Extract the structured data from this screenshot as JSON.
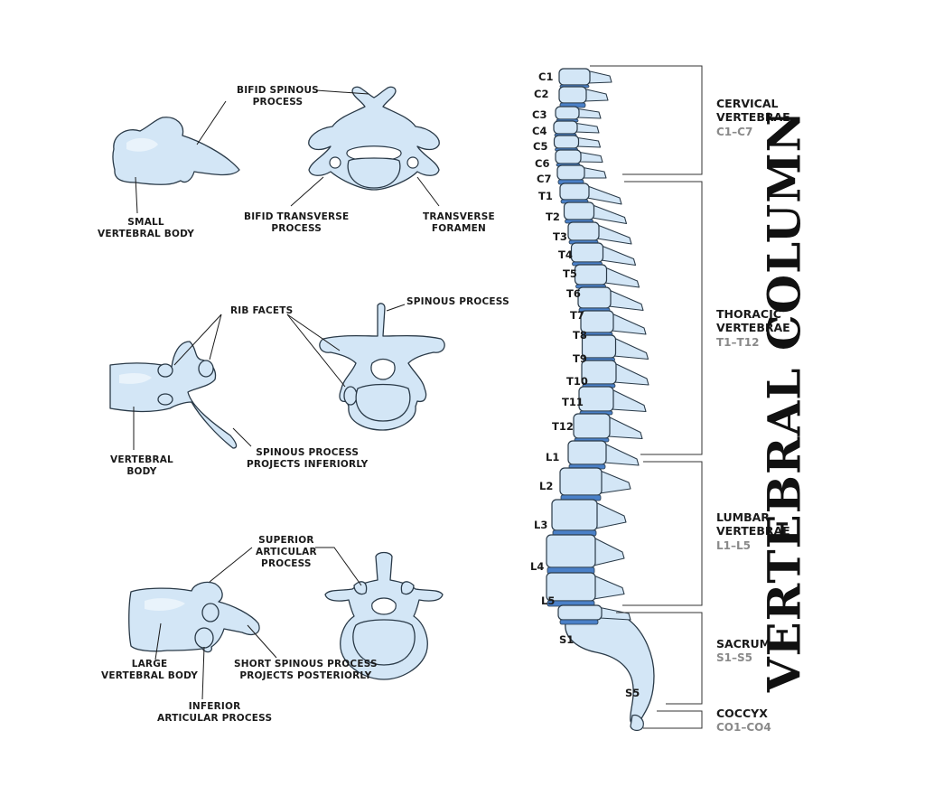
{
  "title": "VERTEBRAL COLUMN",
  "colors": {
    "bone_fill": "#d3e6f6",
    "bone_stroke": "#2a3a48",
    "disc": "#4a80c8",
    "range_text": "#8a8a8a"
  },
  "cervical_labels": {
    "bifid_spinous": [
      "BIFID SPINOUS",
      "PROCESS"
    ],
    "small_body": [
      "SMALL",
      "VERTEBRAL BODY"
    ],
    "bifid_transverse": [
      "BIFID TRANSVERSE",
      "PROCESS"
    ],
    "transverse_foramen": [
      "TRANSVERSE",
      "FORAMEN"
    ]
  },
  "thoracic_labels": {
    "rib_facets": [
      "RIB FACETS"
    ],
    "spinous_process": [
      "SPINOUS PROCESS"
    ],
    "vertebral_body": [
      "VERTEBRAL",
      "BODY"
    ],
    "spinous_inferior": [
      "SPINOUS PROCESS",
      "PROJECTS INFERIORLY"
    ]
  },
  "lumbar_labels": {
    "superior_articular": [
      "SUPERIOR",
      "ARTICULAR",
      "PROCESS"
    ],
    "large_body": [
      "LARGE",
      "VERTEBRAL BODY"
    ],
    "short_spinous": [
      "SHORT SPINOUS PROCESS",
      "PROJECTS POSTERIORLY"
    ],
    "inferior_articular": [
      "INFERIOR",
      "ARTICULAR PROCESS"
    ]
  },
  "vertebra_labels": [
    "C1",
    "C2",
    "C3",
    "C4",
    "C5",
    "C6",
    "C7",
    "T1",
    "T2",
    "T3",
    "T4",
    "T5",
    "T6",
    "T7",
    "T8",
    "T9",
    "T10",
    "T11",
    "T12",
    "L1",
    "L2",
    "L3",
    "L4",
    "L5",
    "S1",
    "S5"
  ],
  "regions": [
    {
      "name": [
        "CERVICAL",
        "VERTEBRAE"
      ],
      "range": "C1–C7"
    },
    {
      "name": [
        "THORACIC",
        "VERTEBRAE"
      ],
      "range": "T1–T12"
    },
    {
      "name": [
        "LUMBAR",
        "VERTEBRAE"
      ],
      "range": "L1–L5"
    },
    {
      "name": [
        "SACRUM"
      ],
      "range": "S1–S5"
    },
    {
      "name": [
        "COCCYX"
      ],
      "range": "CO1–CO4"
    }
  ]
}
